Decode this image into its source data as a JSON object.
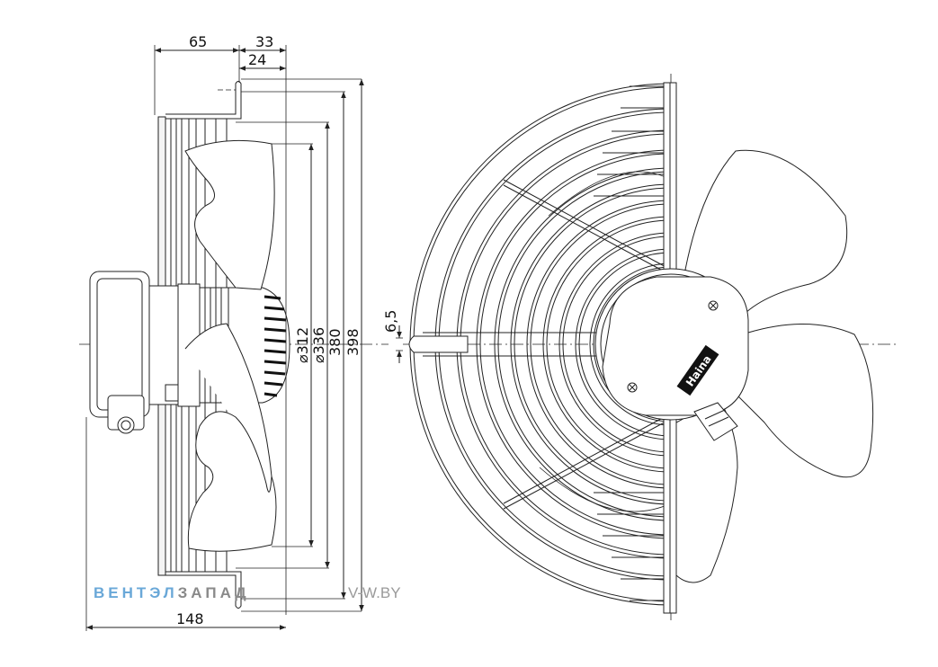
{
  "dimensions": {
    "d65": "65",
    "d33": "33",
    "d24": "24",
    "d148": "148",
    "dia312": "⌀312",
    "dia336": "⌀336",
    "d380": "380",
    "d398": "398",
    "d6_5": "6,5"
  },
  "watermark": {
    "brand_part1": "ВЕНТЭЛ",
    "brand_part2": "ЗАПАД",
    "site": "V-W.BY",
    "color_part1": "#6aa8d8",
    "color_part2": "#8a8a8a"
  },
  "logo_text": "Haina"
}
